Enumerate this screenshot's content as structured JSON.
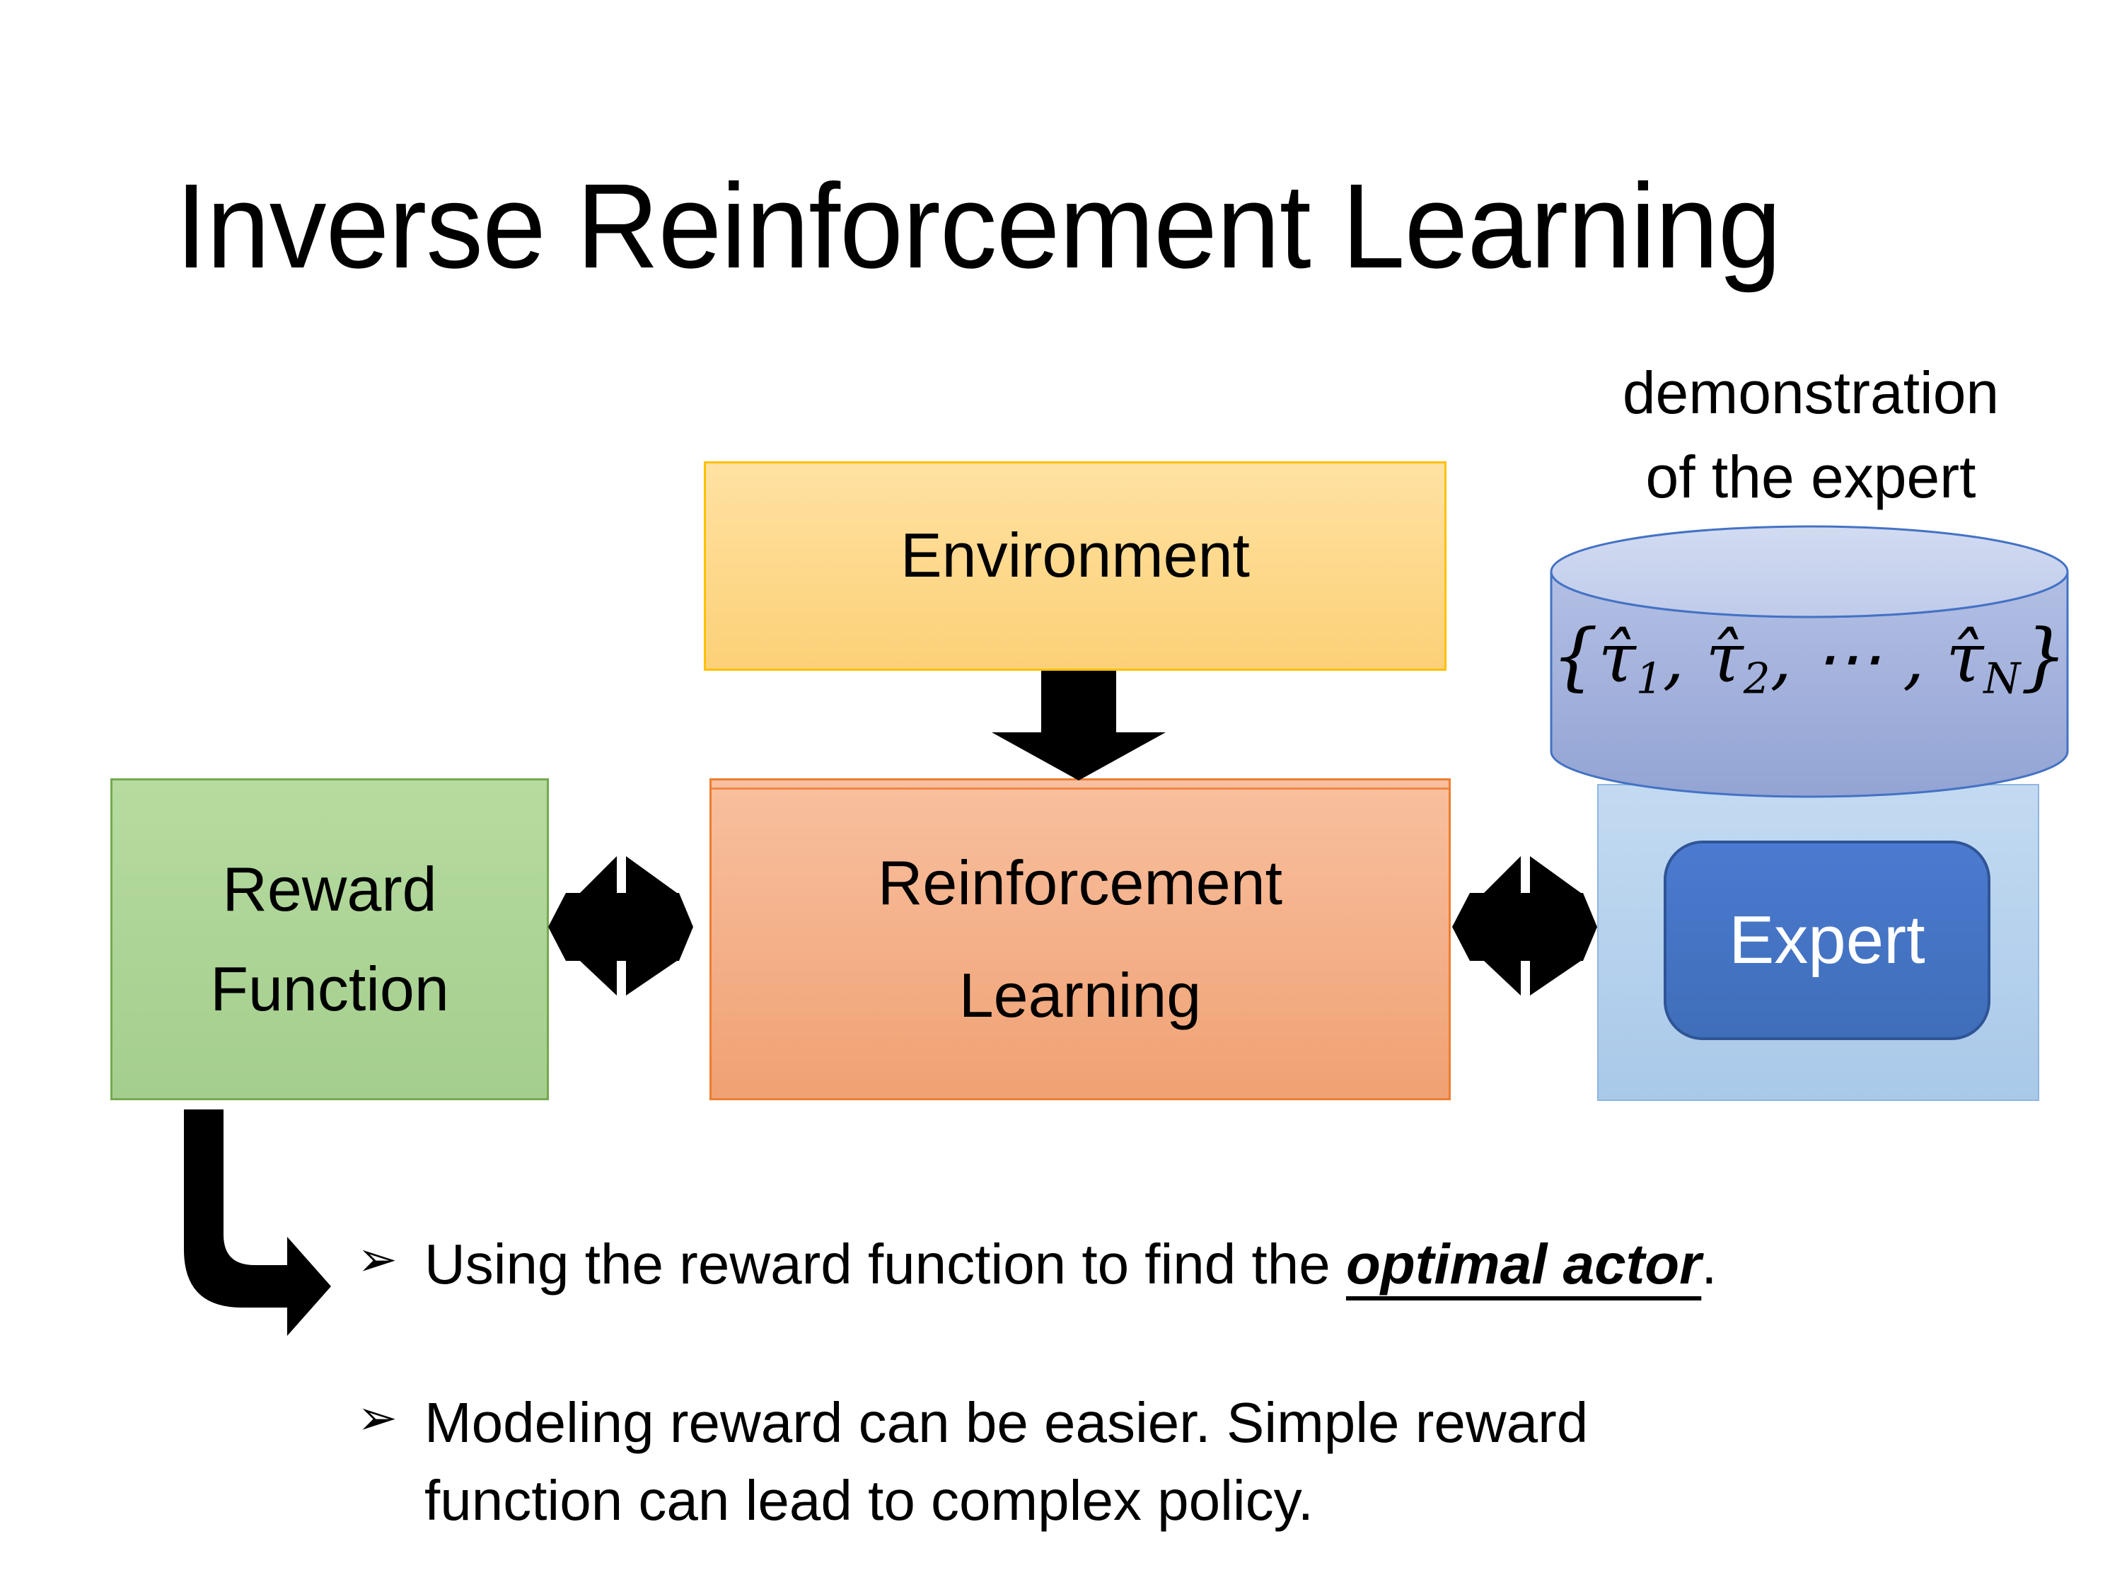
{
  "slide": {
    "title": "Inverse Reinforcement Learning"
  },
  "demo_label": {
    "line1": "demonstration",
    "line2": "of the expert"
  },
  "boxes": {
    "environment": {
      "label": "Environment"
    },
    "reward_function": {
      "line1": "Reward",
      "line2": "Function"
    },
    "reinforcement_learning": {
      "line1": "Reinforcement",
      "line2": "Learning"
    },
    "expert": {
      "label": "Expert"
    }
  },
  "cylinder": {
    "formula": {
      "open": "{",
      "t1": "τ̂",
      "s1": "1",
      "c1": ", ",
      "t2": "τ̂",
      "s2": "2",
      "c2": ", ",
      "dots": "⋯",
      "c3": " , ",
      "tN": "τ̂",
      "sN": "N",
      "close": "}"
    }
  },
  "bullets": {
    "marker": "➢",
    "item1": {
      "pre": "Using the reward function to find the ",
      "emphasis": "optimal actor",
      "post": "."
    },
    "item2": {
      "line1": "Modeling reward can be easier. Simple reward",
      "line2": "function can lead to complex policy."
    }
  },
  "colors": {
    "environment_fill": "#fcd077",
    "environment_border": "#ffc000",
    "reward_fill": "#a4ce8e",
    "reward_border": "#74a950",
    "rl_fill": "#f0a173",
    "rl_border": "#ed7d31",
    "expert_panel_fill": "#b6d0ec",
    "expert_button_fill": "#4472c4",
    "expert_button_border": "#2f5597",
    "cylinder_fill": "#a3b2dd",
    "cylinder_border": "#4472c4",
    "arrow_color": "#000000",
    "text_color": "#000000"
  }
}
